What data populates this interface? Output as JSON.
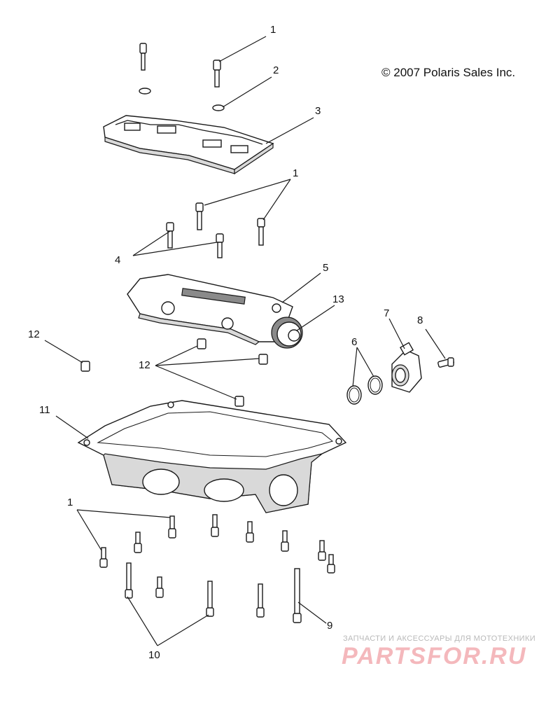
{
  "copyright": "© 2007 Polaris Sales Inc.",
  "callouts": {
    "c1_top": "1",
    "c2": "2",
    "c3": "3",
    "c1_mid": "1",
    "c4": "4",
    "c5": "5",
    "c13": "13",
    "c7": "7",
    "c8": "8",
    "c6": "6",
    "c12_left": "12",
    "c12_mid": "12",
    "c11": "11",
    "c1_bottom": "1",
    "c9": "9",
    "c10": "10"
  },
  "watermark": {
    "caption": "ЗАПЧАСТИ И АКСЕССУАРЫ ДЛЯ МОТОТЕХНИКИ",
    "logo": "PARTSFOR.RU"
  }
}
